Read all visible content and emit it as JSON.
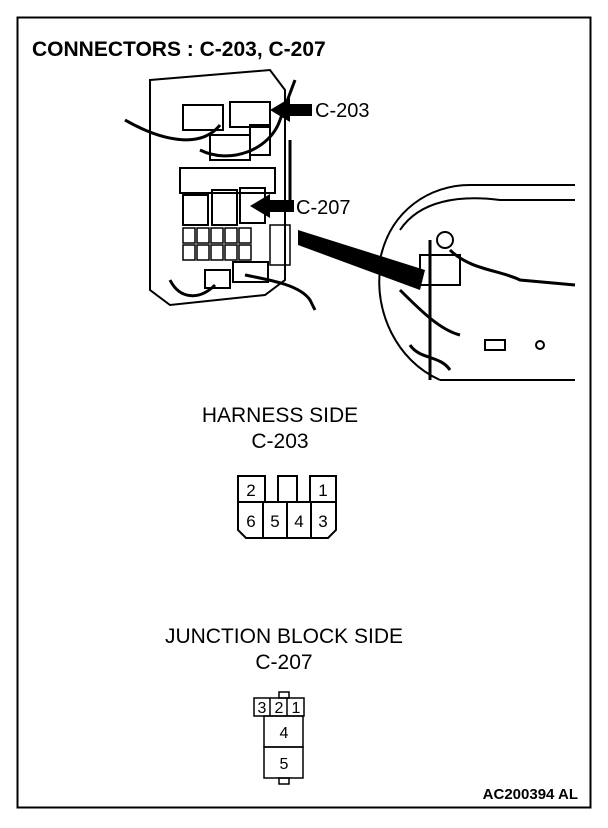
{
  "title": "CONNECTORS : C-203, C-207",
  "callouts": {
    "c203": "C-203",
    "c207": "C-207"
  },
  "harness_side": {
    "heading": "HARNESS SIDE",
    "connector": "C-203",
    "pins_top": [
      "2",
      "1"
    ],
    "pins_bottom": [
      "6",
      "5",
      "4",
      "3"
    ]
  },
  "junction_block_side": {
    "heading": "JUNCTION BLOCK SIDE",
    "connector": "C-207",
    "pins_top": [
      "3",
      "2",
      "1"
    ],
    "pins_middle": "4",
    "pins_bottom": "5"
  },
  "figure_id": "AC200394 AL"
}
